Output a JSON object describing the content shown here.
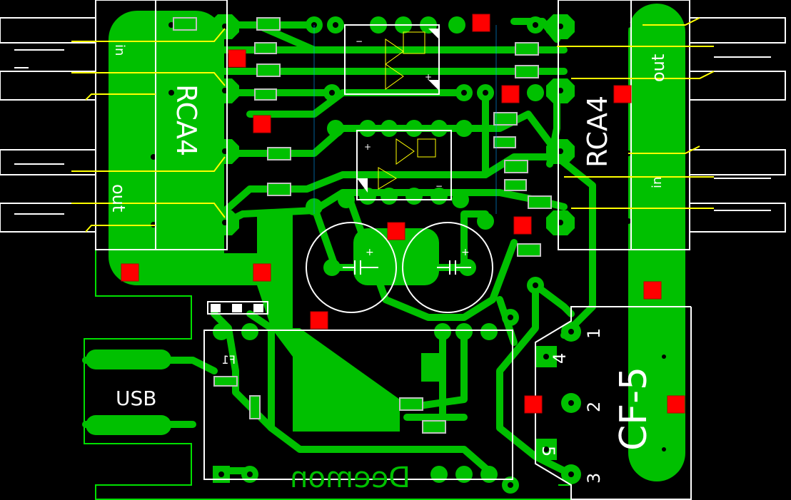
{
  "labels": {
    "rca_left": "RCA4",
    "rca_right": "RCA4",
    "in_left": "in",
    "out_left": "out",
    "in_right": "in",
    "out_right": "out",
    "usb": "USB",
    "connector": "CF-5",
    "pin1": "1",
    "pin2": "2",
    "pin3": "3",
    "pin4": "4",
    "pin5": "5",
    "fuse": "F1",
    "author": "Deemon",
    "plus": "+",
    "minus": "−"
  },
  "colors": {
    "background": "#000000",
    "copper": "#00c000",
    "silkscreen": "#ffffff",
    "via": "#ff0000",
    "jumper": "#ffff00",
    "outline": "#00ff00"
  }
}
